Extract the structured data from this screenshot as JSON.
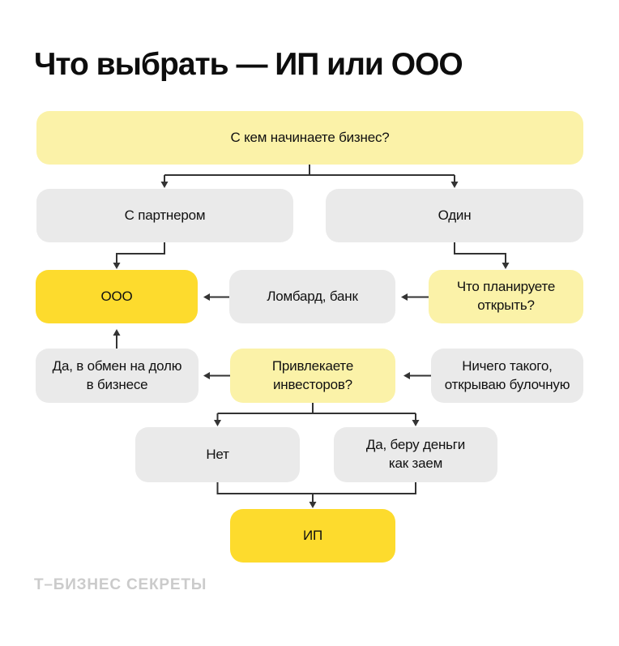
{
  "title": "Что выбрать — ИП или ООО",
  "brand": {
    "logo_text": "Т–БИЗНЕС СЕКРЕТЫ"
  },
  "colors": {
    "accent_yellow": "#FDDB2D",
    "light_yellow": "#FBF2A8",
    "neutral_gray": "#EAEAEA",
    "arrow": "#333333",
    "logo_gray": "#CBCBCB",
    "background": "#FFFFFF",
    "text": "#111111"
  },
  "nodes": {
    "start": {
      "label": "С кем начинаете бизнес?",
      "type": "question"
    },
    "with_partner": {
      "label": "С партнером",
      "type": "answer"
    },
    "alone": {
      "label": "Один",
      "type": "answer"
    },
    "ooo": {
      "label": "ООО",
      "type": "result"
    },
    "lombard_bank": {
      "label": "Ломбард, банк",
      "type": "answer"
    },
    "what_open": {
      "label": "Что планируете\nоткрыть?",
      "type": "question"
    },
    "share_for_stake": {
      "label": "Да, в обмен на долю\nв бизнесе",
      "type": "answer"
    },
    "investors": {
      "label": "Привлекаете\nинвесторов?",
      "type": "question"
    },
    "nothing_special": {
      "label": "Ничего такого,\nоткрываю булочную",
      "type": "answer"
    },
    "no_investors": {
      "label": "Нет",
      "type": "answer"
    },
    "money_as_loan": {
      "label": "Да, беру деньги\nкак заем",
      "type": "answer"
    },
    "ip": {
      "label": "ИП",
      "type": "result"
    }
  },
  "edges": [
    {
      "from": "start",
      "to": "with_partner"
    },
    {
      "from": "start",
      "to": "alone"
    },
    {
      "from": "with_partner",
      "to": "ooo"
    },
    {
      "from": "alone",
      "to": "what_open"
    },
    {
      "from": "what_open",
      "to": "lombard_bank"
    },
    {
      "from": "lombard_bank",
      "to": "ooo"
    },
    {
      "from": "what_open",
      "to": "nothing_special"
    },
    {
      "from": "nothing_special",
      "to": "investors"
    },
    {
      "from": "investors",
      "to": "share_for_stake"
    },
    {
      "from": "share_for_stake",
      "to": "ooo"
    },
    {
      "from": "investors",
      "to": "no_investors"
    },
    {
      "from": "investors",
      "to": "money_as_loan"
    },
    {
      "from": "no_investors",
      "to": "ip"
    },
    {
      "from": "money_as_loan",
      "to": "ip"
    }
  ]
}
